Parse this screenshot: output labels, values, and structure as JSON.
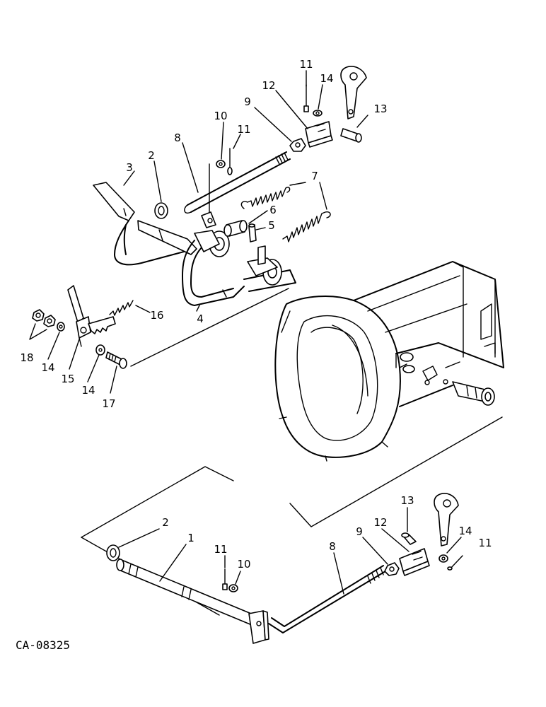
{
  "diagram": {
    "code": "CA-08325",
    "callouts": {
      "top_11a": "11",
      "top_14a": "14",
      "top_12": "12",
      "top_13": "13",
      "top_9": "9",
      "top_10": "10",
      "top_11b": "11",
      "top_8": "8",
      "top_3": "3",
      "top_2": "2",
      "top_7": "7",
      "top_6": "6",
      "top_5": "5",
      "top_4": "4",
      "top_16": "16",
      "top_18": "18",
      "top_14b": "14",
      "top_15": "15",
      "top_14c": "14",
      "top_17": "17",
      "bot_2": "2",
      "bot_1": "1",
      "bot_11a": "11",
      "bot_10": "10",
      "bot_8": "8",
      "bot_9": "9",
      "bot_12": "12",
      "bot_13": "13",
      "bot_14": "14",
      "bot_11b": "11"
    }
  }
}
